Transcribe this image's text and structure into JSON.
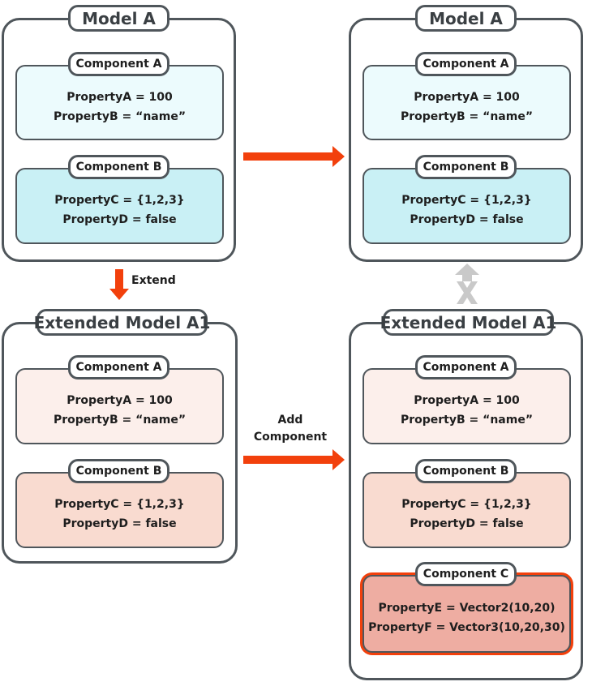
{
  "colors": {
    "arrow": "#f2400c",
    "border": "#4f565b",
    "blocked_arrow": "#c9c9c9",
    "base_component_a_fill": "#ecfbfd",
    "base_component_b_fill": "#c9f0f5",
    "extended_component_a_fill": "#fcefeb",
    "extended_component_b_fill": "#f9dbd0",
    "added_component_c_fill": "#eeada2"
  },
  "models": {
    "top_left": {
      "title": "Model A",
      "components": [
        {
          "title": "Component A",
          "lines": [
            "PropertyA = 100",
            "PropertyB = “name”"
          ]
        },
        {
          "title": "Component B",
          "lines": [
            "PropertyC = {1,2,3}",
            "PropertyD = false"
          ]
        }
      ]
    },
    "top_right": {
      "title": "Model A",
      "components": [
        {
          "title": "Component A",
          "lines": [
            "PropertyA = 100",
            "PropertyB = “name”"
          ]
        },
        {
          "title": "Component B",
          "lines": [
            "PropertyC = {1,2,3}",
            "PropertyD = false"
          ]
        }
      ]
    },
    "bottom_left": {
      "title": "Extended Model A1",
      "components": [
        {
          "title": "Component A",
          "lines": [
            "PropertyA = 100",
            "PropertyB = “name”"
          ]
        },
        {
          "title": "Component B",
          "lines": [
            "PropertyC = {1,2,3}",
            "PropertyD = false"
          ]
        }
      ]
    },
    "bottom_right": {
      "title": "Extended Model A1",
      "components": [
        {
          "title": "Component A",
          "lines": [
            "PropertyA = 100",
            "PropertyB = “name”"
          ]
        },
        {
          "title": "Component B",
          "lines": [
            "PropertyC = {1,2,3}",
            "PropertyD = false"
          ]
        },
        {
          "title": "Component C",
          "lines": [
            "PropertyE = Vector2(10,20)",
            "PropertyF = Vector3(10,20,30)"
          ]
        }
      ]
    }
  },
  "arrows": {
    "extend_label": "Extend",
    "add_component_label_line1": "Add",
    "add_component_label_line2": "Component",
    "blocked_icon": "blocked-up-arrow-icon"
  }
}
